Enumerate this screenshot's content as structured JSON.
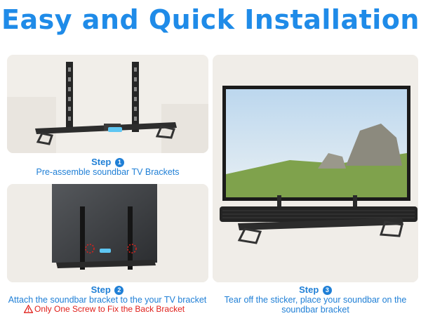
{
  "headline": "Easy and Quick Installation",
  "colors": {
    "accent": "#1f8be8",
    "warning": "#e0201b"
  },
  "steps": [
    {
      "label": "Step",
      "number": "1",
      "description": "Pre-assemble soundbar TV Brackets"
    },
    {
      "label": "Step",
      "number": "2",
      "description": "Attach the soundbar bracket to the your TV bracket",
      "warning": "Only One Screw to Fix the Back Bracket",
      "warning_icon": "warning-triangle-icon"
    },
    {
      "label": "Step",
      "number": "3",
      "description": "Tear off the sticker, place your soundbar on the soundbar bracket"
    }
  ]
}
